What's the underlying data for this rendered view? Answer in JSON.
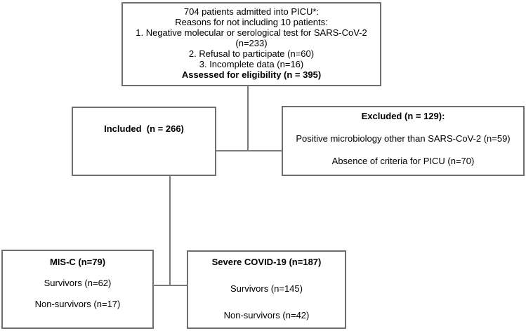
{
  "figure": {
    "background_color": "#ffffff",
    "box_border_color": "#6e6e6e",
    "connector_color": "#7a7a7a",
    "text_color": "#000000"
  },
  "boxes": {
    "eligibility": {
      "lines": [
        "704 patients admitted into PICU*:",
        "Reasons for not including 10 patients:",
        "1. Negative molecular or serological test for SARS-CoV-2",
        "(n=233)",
        "2. Refusal to participate (n=60)",
        "3. Incomplete data (n=16)"
      ],
      "bold_line": "Assessed for eligibility (n = 395)"
    },
    "included": {
      "title": "Included  (n = 266)"
    },
    "excluded": {
      "title": "Excluded (n = 129):",
      "lines": [
        "Positive microbiology other than SARS-CoV-2 (n=59)",
        "Absence of criteria for PICU (n=70)"
      ]
    },
    "misc": {
      "title": "MIS-C (n=79)",
      "lines": [
        "Survivors (n=62)",
        "Non-survivors (n=17)"
      ]
    },
    "severe": {
      "title": "Severe COVID-19 (n=187)",
      "lines": [
        "Survivors (n=145)",
        "Non-survivors (n=42)"
      ]
    }
  }
}
